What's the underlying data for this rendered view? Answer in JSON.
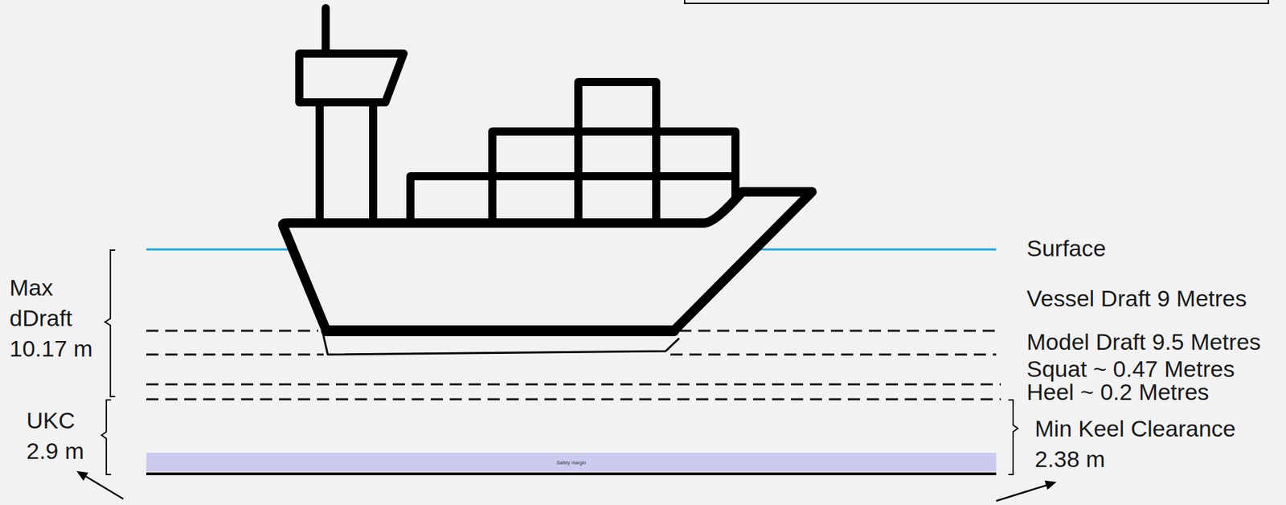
{
  "diagram": {
    "nodes": [
      {
        "text": [
          "Safety margin"
        ]
      }
    ],
    "labels": [
      "Surface",
      "Vessel Draft 9 Metres",
      "Max dDraft 10.17 m",
      "Model Draft 9.5 Metres",
      "Squat ~ 0.47 Metres",
      "Heel ~ 0.2 Metres",
      "UKC 2.9 m",
      "Min Keel Clearance 2.38 m"
    ]
  }
}
